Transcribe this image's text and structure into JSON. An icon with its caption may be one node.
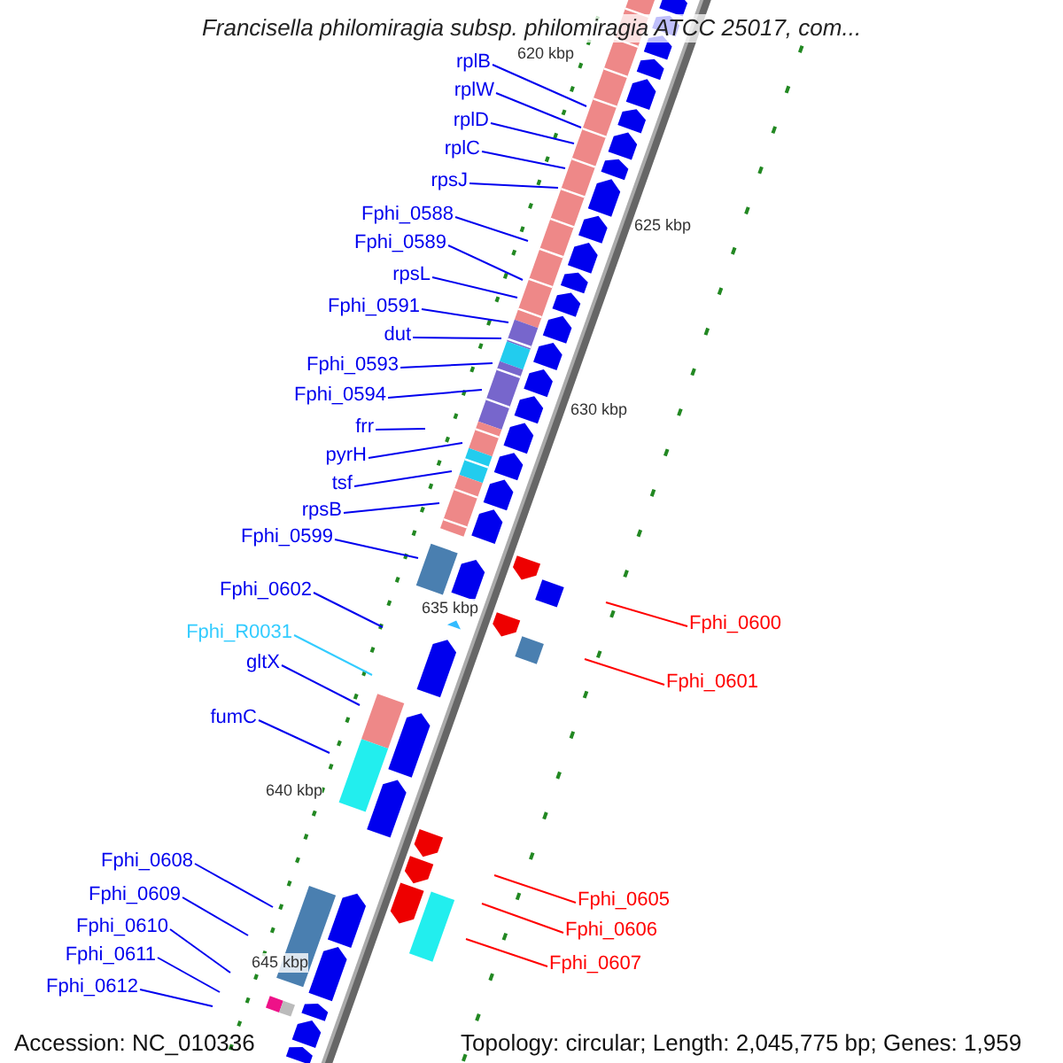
{
  "diagram": {
    "title": "Francisella philomiragia subsp. philomiragia ATCC 25017, com...",
    "nodes": [
      {
        "text": [
          "rplB"
        ]
      },
      {
        "text": [
          "rplW"
        ]
      },
      {
        "text": [
          "rplD"
        ]
      },
      {
        "text": [
          "rplC"
        ]
      },
      {
        "text": [
          "rpsJ"
        ]
      },
      {
        "text": [
          "Fphi_0588"
        ]
      },
      {
        "text": [
          "Fphi_0589"
        ]
      },
      {
        "text": [
          "rpsL"
        ]
      },
      {
        "text": [
          "Fphi_0591"
        ]
      },
      {
        "text": [
          "dut"
        ]
      },
      {
        "text": [
          "Fphi_0593"
        ]
      },
      {
        "text": [
          "Fphi_0594"
        ]
      },
      {
        "text": [
          "frr"
        ]
      },
      {
        "text": [
          "pyrH"
        ]
      },
      {
        "text": [
          "tsf"
        ]
      },
      {
        "text": [
          "rpsB"
        ]
      },
      {
        "text": [
          "Fphi_0599"
        ]
      },
      {
        "text": [
          "Fphi_0602"
        ]
      },
      {
        "text": [
          "Fphi_R0031"
        ]
      },
      {
        "text": [
          "gltX"
        ]
      },
      {
        "text": [
          "fumC"
        ]
      },
      {
        "text": [
          "Fphi_0608"
        ]
      },
      {
        "text": [
          "Fphi_0609"
        ]
      },
      {
        "text": [
          "Fphi_0610"
        ]
      },
      {
        "text": [
          "Fphi_0611"
        ]
      },
      {
        "text": [
          "Fphi_0612"
        ]
      },
      {
        "text": [
          "Fphi_0600"
        ]
      },
      {
        "text": [
          "Fphi_0601"
        ]
      },
      {
        "text": [
          "Fphi_0605"
        ]
      },
      {
        "text": [
          "Fphi_0606"
        ]
      },
      {
        "text": [
          "Fphi_0607"
        ]
      }
    ],
    "edges": [
      {
        "from": 0,
        "to": null,
        "arrow": "none"
      },
      {
        "from": 1,
        "to": null,
        "arrow": "none"
      },
      {
        "from": 2,
        "to": null,
        "arrow": "none"
      },
      {
        "from": 3,
        "to": null,
        "arrow": "none"
      },
      {
        "from": 4,
        "to": null,
        "arrow": "none"
      },
      {
        "from": 5,
        "to": null,
        "arrow": "none"
      },
      {
        "from": 6,
        "to": null,
        "arrow": "none"
      },
      {
        "from": 7,
        "to": null,
        "arrow": "none"
      },
      {
        "from": 8,
        "to": null,
        "arrow": "none"
      },
      {
        "from": 9,
        "to": null,
        "arrow": "none"
      },
      {
        "from": 10,
        "to": null,
        "arrow": "none"
      },
      {
        "from": 11,
        "to": null,
        "arrow": "none"
      },
      {
        "from": 12,
        "to": null,
        "arrow": "none"
      },
      {
        "from": 13,
        "to": null,
        "arrow": "none"
      },
      {
        "from": 14,
        "to": null,
        "arrow": "none"
      },
      {
        "from": 15,
        "to": null,
        "arrow": "none"
      },
      {
        "from": 16,
        "to": null,
        "arrow": "none"
      },
      {
        "from": 17,
        "to": null,
        "arrow": "none"
      },
      {
        "from": 18,
        "to": null,
        "arrow": "none",
        "color": "#33ccff"
      },
      {
        "from": 19,
        "to": null,
        "arrow": "none"
      },
      {
        "from": 20,
        "to": null,
        "arrow": "none"
      },
      {
        "from": 21,
        "to": null,
        "arrow": "none"
      },
      {
        "from": 22,
        "to": null,
        "arrow": "none"
      },
      {
        "from": 23,
        "to": null,
        "arrow": "none"
      },
      {
        "from": 24,
        "to": null,
        "arrow": "none"
      },
      {
        "from": 25,
        "to": null,
        "arrow": "none"
      },
      {
        "from": 26,
        "to": null,
        "arrow": "none",
        "color": "#ff0000"
      },
      {
        "from": 27,
        "to": null,
        "arrow": "none",
        "color": "#ff0000"
      },
      {
        "from": 28,
        "to": null,
        "arrow": "none",
        "color": "#ff0000"
      },
      {
        "from": 29,
        "to": null,
        "arrow": "none",
        "color": "#ff0000"
      },
      {
        "from": 30,
        "to": null,
        "arrow": "none",
        "color": "#ff0000"
      }
    ],
    "labels": [
      "620 kbp",
      "625 kbp",
      "630 kbp",
      "635 kbp",
      "640 kbp",
      "645 kbp",
      "Accession: NC_010336",
      "Topology: circular; Length: 2,045,775 bp; Genes: 1,959"
    ]
  }
}
